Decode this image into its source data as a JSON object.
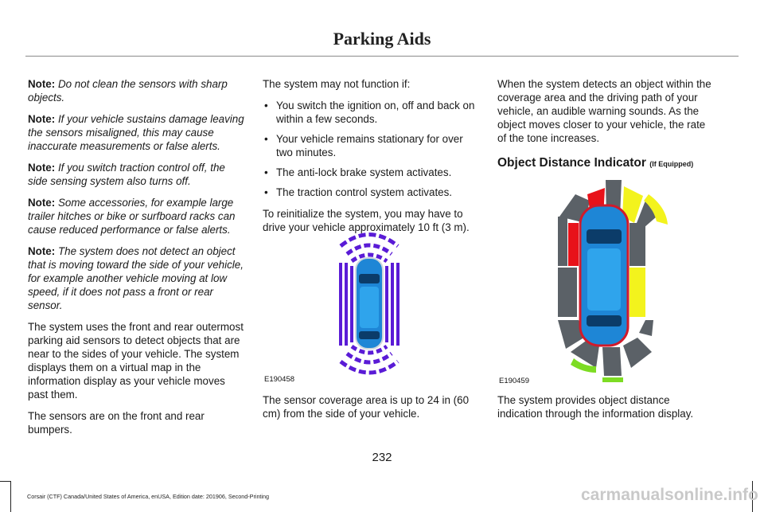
{
  "header": {
    "title": "Parking Aids"
  },
  "col1": {
    "notes": [
      {
        "label": "Note:",
        "text": "Do not clean the sensors with sharp objects."
      },
      {
        "label": "Note:",
        "text": "If your vehicle sustains damage leaving the sensors misaligned, this may cause inaccurate measurements or false alerts."
      },
      {
        "label": "Note:",
        "text": "If you switch traction control off, the side sensing system also turns off."
      },
      {
        "label": "Note:",
        "text": "Some accessories, for example large trailer hitches or bike or surfboard racks can cause reduced performance or false alerts."
      },
      {
        "label": "Note:",
        "text": "The system does not detect an object that is moving toward the side of your vehicle, for example another vehicle moving at low speed, if it does not pass a front or rear sensor."
      }
    ],
    "para1": "The system uses the front and rear outermost parking aid sensors to detect objects that are near to the sides of your vehicle. The system displays them on a virtual map in the information display as your vehicle moves past them.",
    "para2": "The sensors are on the front and rear bumpers."
  },
  "col2": {
    "intro": "The system may not function if:",
    "bullets": [
      "You switch the ignition on, off and back on within a few seconds.",
      "Your vehicle remains stationary for over two minutes.",
      "The anti-lock brake system activates.",
      "The traction control system activates."
    ],
    "para": "To reinitialize the system, you may have to drive your vehicle approximately 10 ft (3 m).",
    "figure_code": "E190458",
    "caption": "The sensor coverage area is up to 24 in (60 cm) from the side of your vehicle."
  },
  "col3": {
    "para": "When the system detects an object within the coverage area and the driving path of your vehicle, an audible warning sounds. As the object moves closer to your vehicle, the rate of the tone increases.",
    "heading": "Object Distance Indicator",
    "heading_suffix": "(If Equipped)",
    "figure_code": "E190459",
    "caption": "The system provides object distance indication through the information display."
  },
  "page_number": "232",
  "footer": "Corsair (CTF) Canada/United States of America, enUSA, Edition date: 201906, Second-Printing",
  "watermark": "carmanualsonline.info",
  "colors": {
    "sensor_purple": "#5a1bd6",
    "zone_gray": "#5b6167",
    "zone_yellow": "#f3f31d",
    "zone_red": "#e8121a",
    "zone_green": "#7ddc23",
    "car_blue": "#1e86d6"
  }
}
